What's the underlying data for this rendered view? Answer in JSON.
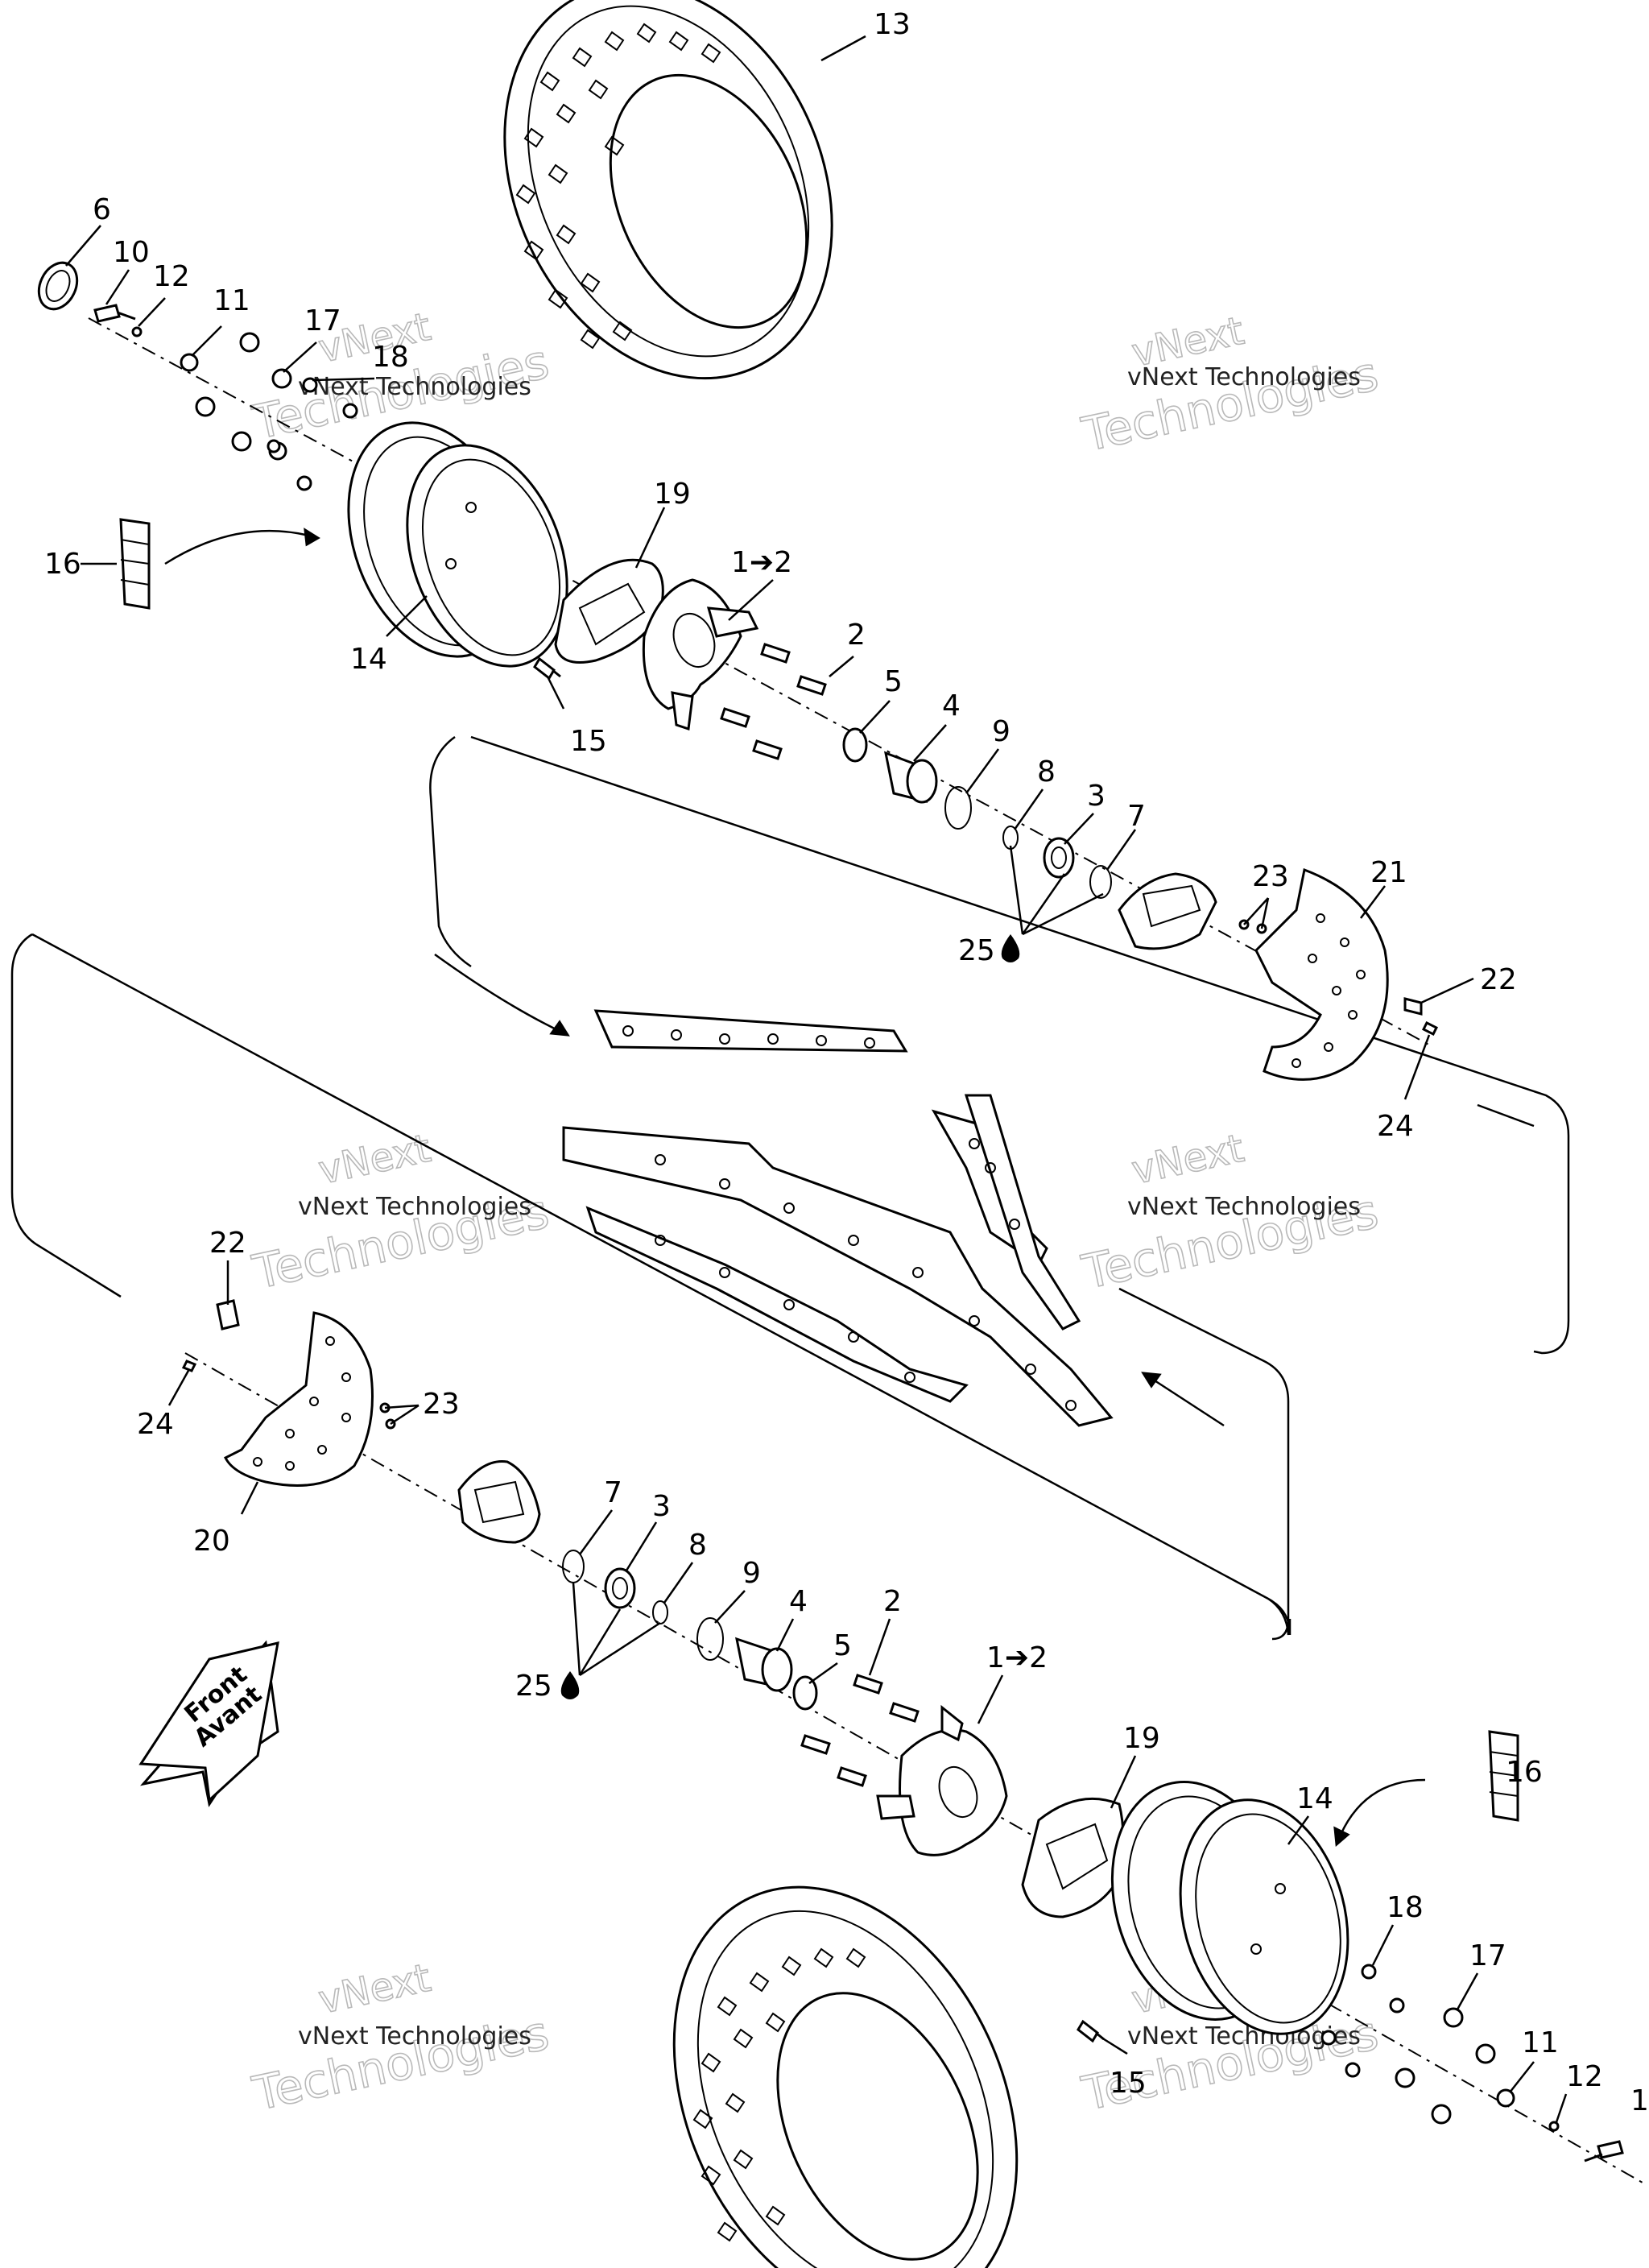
{
  "direction_arrow": {
    "line1": "Front",
    "line2": "Avant"
  },
  "watermark": {
    "line1": "vNext",
    "line2": "Technologies",
    "small": "vNext Technologies"
  },
  "callouts": {
    "c1": "1➔2",
    "c2": "2",
    "c3": "3",
    "c4": "4",
    "c5": "5",
    "c6": "6",
    "c7": "7",
    "c8": "8",
    "c9": "9",
    "c10": "10",
    "c11": "11",
    "c12": "12",
    "c13": "13",
    "c14": "14",
    "c15": "15",
    "c16": "16",
    "c17": "17",
    "c18": "18",
    "c19": "19",
    "c20": "20",
    "c21": "21",
    "c22": "22",
    "c23": "23",
    "c24": "24",
    "c25": "25"
  },
  "lubricant_icon": "oil-drop-icon"
}
